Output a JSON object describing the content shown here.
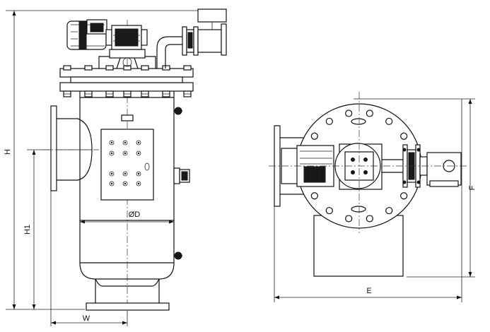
{
  "labels": {
    "height": "H",
    "inlet_height": "H1",
    "width": "W",
    "diameter": "ØD",
    "length": "E",
    "plan_height": "F"
  }
}
